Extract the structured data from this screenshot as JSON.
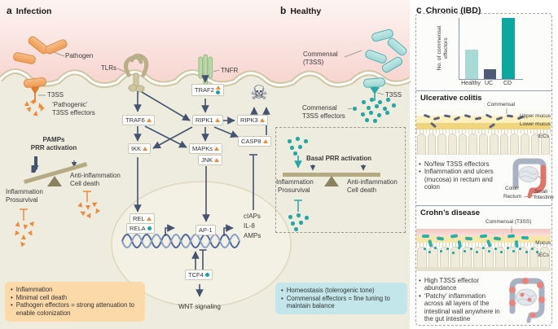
{
  "colors": {
    "pathogen_orange": "#ef9c52",
    "effector_orange": "#ee8a3c",
    "commensal_teal": "#25a8a5",
    "commensal_light": "#9fd8d5",
    "arrow_ink": "#44536f",
    "membrane_tan": "#cfc7a2",
    "cell_bg": "#edecdf",
    "lumen_pink": "#f8d3ce",
    "summary_orange_bg": "#fbd9a9",
    "summary_teal_bg": "#c2e6ea",
    "bar_healthy": "#a9dbd4",
    "bar_uc": "#4e5a76",
    "bar_cd": "#0ea79f"
  },
  "panel_a": {
    "tag": "a",
    "title": "Infection",
    "pathogen_label": "Pathogen",
    "tlrs": "TLRs",
    "tnfr": "TNFR",
    "t3ss": "T3SS",
    "effectors_line1": "‘Pathogenic’",
    "effectors_line2": "T3SS effectors",
    "pamps": "PAMPs",
    "prr": "PRR activation",
    "inflammation": "Inflammation",
    "prosurvival": "Prosurvival",
    "anti_inflammation": "Anti-inflammation",
    "cell_death": "Cell death",
    "nodes": {
      "traf6": "TRAF6",
      "ikk": "IKK",
      "traf2": "TRAF2",
      "ripk1": "RIPK1",
      "mapks": "MAPKs",
      "jnk": "JNK",
      "ripk3": "RIPK3",
      "casp8": "CASP8",
      "rel": "REL",
      "rela": "RELA",
      "ap1": "AP-1",
      "tcf4": "TCF4"
    },
    "outputs": {
      "ciaps": "cIAPs",
      "il8": "IL-8",
      "amps": "AMPs"
    },
    "wnt": "WNT signaling",
    "summary": [
      "Inflammation",
      "Minimal cell death",
      "Pathogen effectors = strong attenuation to enable colonization"
    ]
  },
  "panel_b": {
    "tag": "b",
    "title": "Healthy",
    "commensal_line1": "Commensal",
    "commensal_line2": "(T3SS)",
    "t3ss": "T3SS",
    "effectors_line1": "Commensal",
    "effectors_line2": "T3SS effectors",
    "basal": "Basal PRR activation",
    "inflammation": "Inflammation",
    "prosurvival": "Prosurvival",
    "anti_inflammation": "Anti-inflammation",
    "cell_death": "Cell death",
    "summary": [
      "Homeostasis (tolerogenic tone)",
      "Commensal effectors = fine tuning to maintain balance"
    ]
  },
  "panel_c": {
    "tag": "c",
    "title": "Chronic (IBD)",
    "chart": {
      "ylabel_line1": "No. of commensal",
      "ylabel_line2": "effectors"
    },
    "uc": {
      "title": "Ulcerative colitis",
      "commensal": "Commensal",
      "upper_mucus": "Upper mucus",
      "lower_mucus": "Lower mucus",
      "iecs": "IECs",
      "bullets": [
        "No/few T3SS effectors",
        "Inflammation and ulcers (mucosa) in rectum and colon"
      ],
      "colon": "Colon",
      "rectum": "Rectum",
      "small_intestine": "Small intestine"
    },
    "cd": {
      "title": "Crohn’s disease",
      "commensal": "Commensal (T3SS)",
      "mucus": "Mucus",
      "iecs": "IECs",
      "bullets": [
        "High T3SS effector abundance",
        "‘Patchy’ inflammation across all layers of the intestinal wall anywhere in the gut intestine"
      ]
    }
  },
  "chart_data": {
    "type": "bar",
    "categories": [
      "Healthy",
      "UC",
      "CD"
    ],
    "values": [
      45,
      15,
      95
    ],
    "ylim": [
      0,
      100
    ],
    "units": "arbitrary (no numeric ticks shown)",
    "title": "",
    "xlabel": "",
    "ylabel": "No. of commensal effectors",
    "grid": false,
    "legend": false,
    "bar_colors": [
      "#a9dbd4",
      "#4e5a76",
      "#0ea79f"
    ]
  }
}
